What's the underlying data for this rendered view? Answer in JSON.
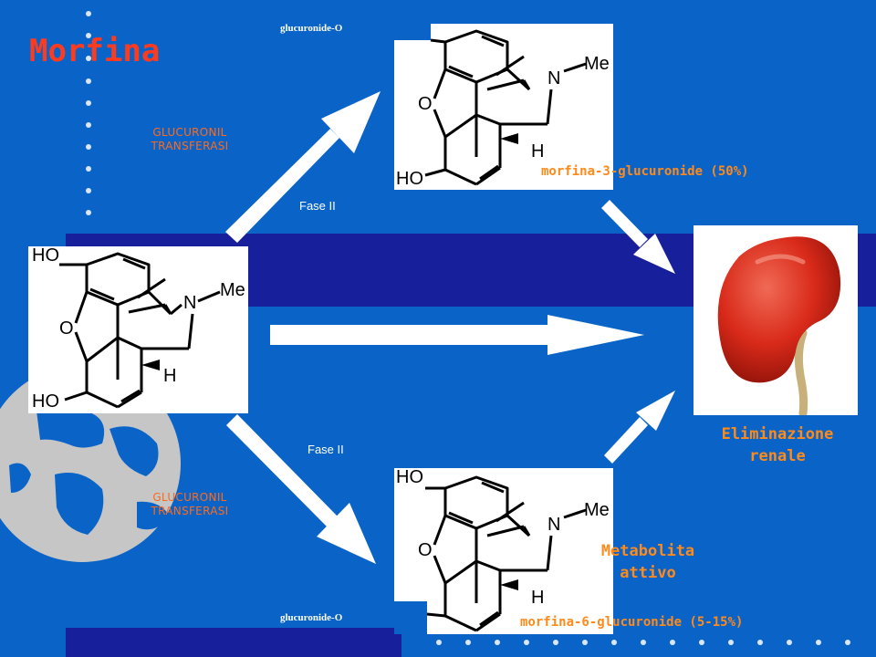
{
  "title": "Morfina",
  "enzyme_top": [
    "GLUCURONIL",
    "TRANSFERASI"
  ],
  "enzyme_bottom": [
    "GLUCURONIL",
    "TRANSFERASI"
  ],
  "phase_top": "Fase II",
  "phase_bottom": "Fase II",
  "glucuronide_top": "glucuronide-O",
  "glucuronide_bottom": "glucuronide-O",
  "metabolite_3": "morfina-3-glucuronide (50%)",
  "metabolite_6": "morfina-6-glucuronide (5-15%)",
  "active_metabolite": [
    "Metabolita",
    "attivo"
  ],
  "renal_elimination": [
    "Eliminazione",
    "renale"
  ],
  "atoms": {
    "ho": "HO",
    "o": "O",
    "n": "N",
    "me": "Me",
    "h": "H"
  },
  "colors": {
    "background": "#0a64c8",
    "band": "#17209a",
    "title": "#ff3b1f",
    "label_orange": "#ff8a1a",
    "kidney": "#d92a1a"
  }
}
